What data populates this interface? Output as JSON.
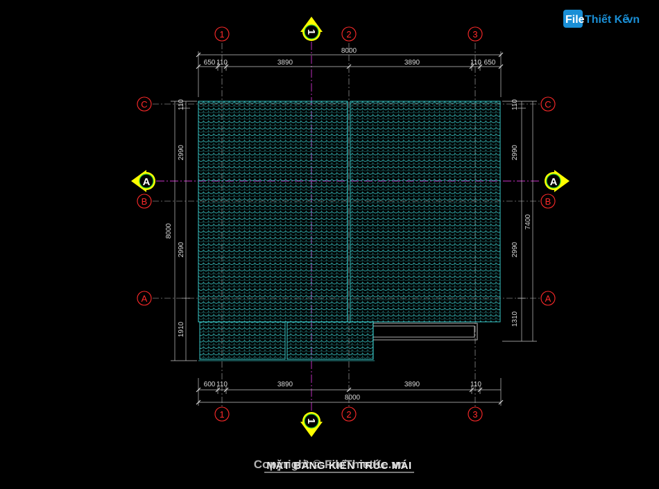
{
  "dimensions": {
    "top_total": "8000",
    "top_left_edge": "650",
    "top_left_wall": "110",
    "top_bay_1": "3890",
    "top_bay_2": "3890",
    "top_right_wall": "110",
    "top_right_edge": "650",
    "bottom_total": "8000",
    "bottom_left_edge": "600",
    "bottom_left_wall": "110",
    "bottom_bay_1": "3890",
    "bottom_bay_2": "3890",
    "bottom_right_wall": "110",
    "left_total": "8000",
    "left_top": "110",
    "left_mid_1": "2990",
    "left_mid_2": "2990",
    "left_bottom": "1910",
    "right_total": "7400",
    "right_top": "110",
    "right_mid_1": "2990",
    "right_mid_2": "2990",
    "right_bottom": "1310"
  },
  "axes": {
    "col_1": "1",
    "col_2": "2",
    "col_3": "3",
    "row_c": "C",
    "row_b": "B",
    "row_a": "A"
  },
  "section_markers": {
    "vertical": "1",
    "horizontal": "A"
  },
  "title": "MẶT BẰNG KIẾN TRÚC MÁI",
  "watermark": "Copyright © FileThietKe.vn",
  "logo": {
    "part1": "File",
    "part2": "Thiết Kế",
    "part3": ".vn"
  },
  "colors": {
    "roof_tile": "#39c6c6",
    "axis_red": "#ff2a2a",
    "section_line": "#cc33cc",
    "section_marker": "#ffff00",
    "section_circle": "#2ecc2e"
  }
}
